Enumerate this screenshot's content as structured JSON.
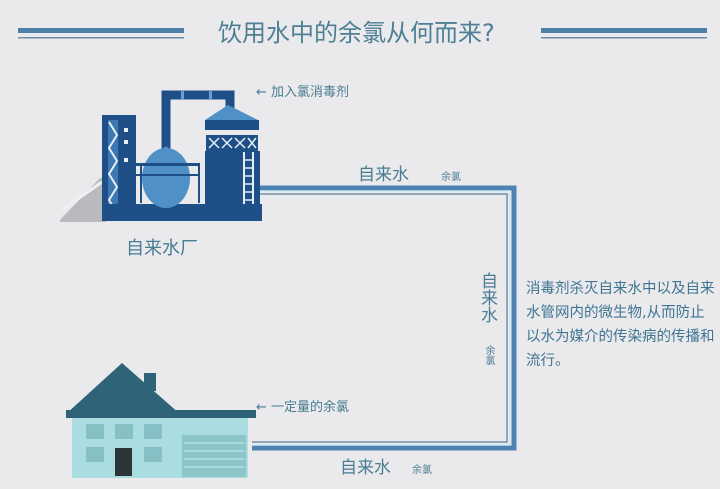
{
  "title": "饮用水中的余氯从何而来?",
  "plant": {
    "label": "自来水厂",
    "annotation": "← 加入氯消毒剂"
  },
  "pipe_top": {
    "label": "自来水",
    "sub": "余氯"
  },
  "pipe_right": {
    "label": "自来水",
    "sub": "余氯"
  },
  "pipe_bottom": {
    "label": "自来水",
    "sub": "余氯"
  },
  "house": {
    "annotation": "← 一定量的余氯"
  },
  "explanation": "消毒剂杀灭自来水中以及自来水管网内的微生物,从而防止以水为媒介的传染病的传播和流行。",
  "colors": {
    "background": "#eaeaed",
    "pipe_blue": "#4d82b3",
    "dark_navy": "#1f4f87",
    "mid_blue": "#4f90c7",
    "house_wall": "#a9dde0",
    "roof": "#2f6478"
  }
}
